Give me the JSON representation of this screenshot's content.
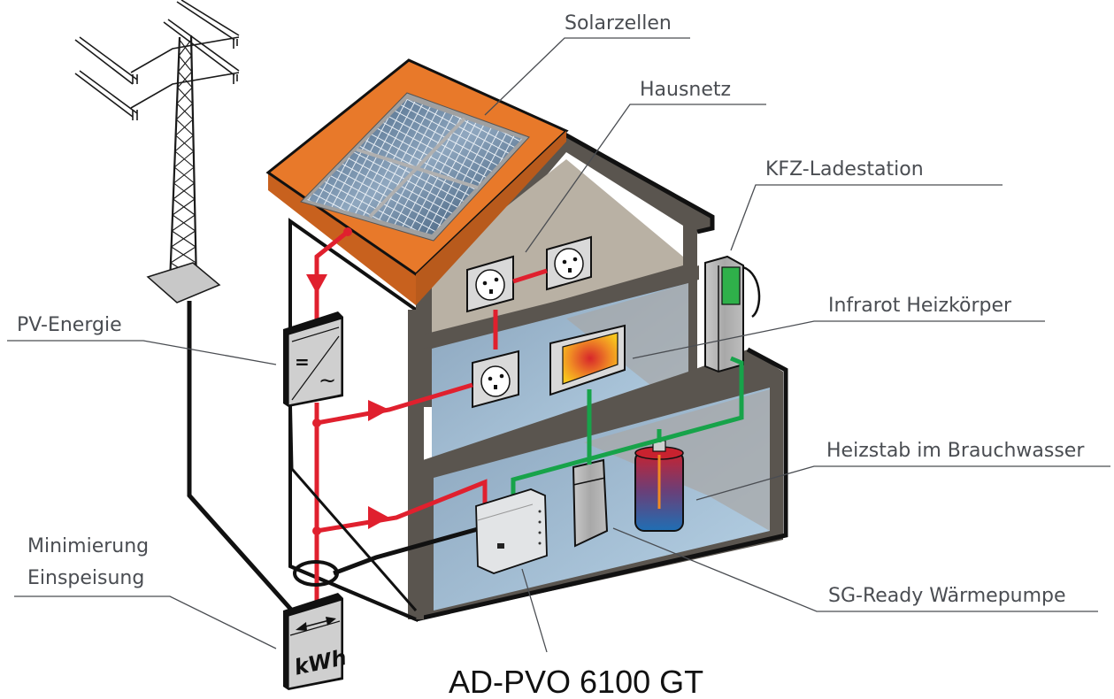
{
  "diagram": {
    "title": "AD-PVO 6100 GT",
    "labels": {
      "solarzellen": "Solarzellen",
      "hausnetz": "Hausnetz",
      "kfz_ladestation": "KFZ-Ladestation",
      "pv_energie": "PV-Energie",
      "infrarot_heizkoerper": "Infrarot Heizkörper",
      "heizstab": "Heizstab im Brauchwasser",
      "minimierung_line1": "Minimierung",
      "minimierung_line2": "Einspeisung",
      "sg_ready": "SG-Ready Wärmepumpe"
    },
    "meter": {
      "unit": "kWh",
      "icon": "bidirectional-arrow-icon"
    },
    "inverter": {
      "dc_symbol": "=",
      "ac_symbol": "~"
    },
    "colors": {
      "roof": "#e8792a",
      "wall": "#5a554f",
      "pv_line": "#e0202e",
      "control_line": "#17a34a",
      "grid_line": "#111111",
      "room_upper": "#b9b1a4",
      "room_lower": "#a9c3d8",
      "text": "#4a4d52"
    }
  }
}
